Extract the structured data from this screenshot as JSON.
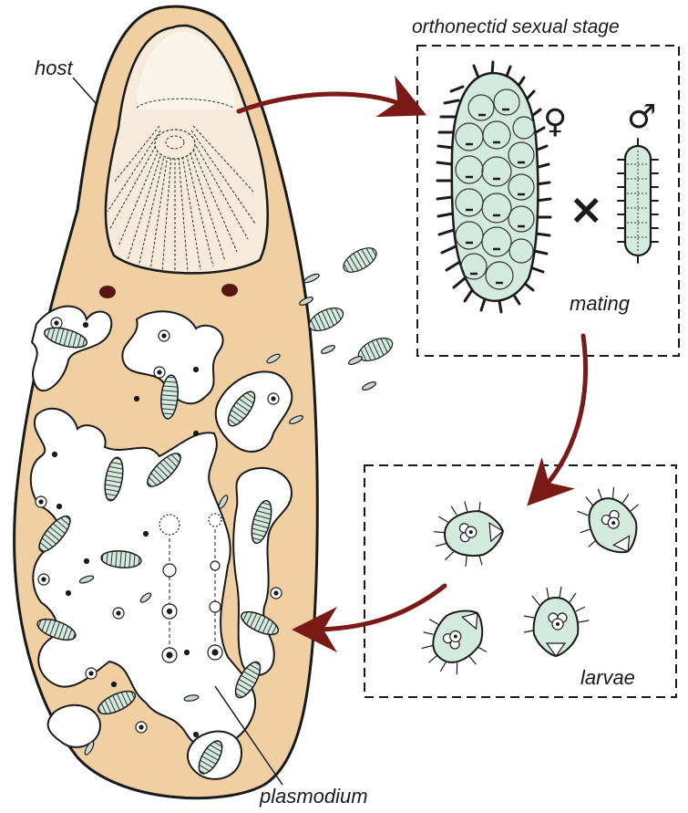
{
  "labels": {
    "host": "host",
    "sexual_stage": "orthonectid sexual stage",
    "mating": "mating",
    "larvae": "larvae",
    "plasmodium": "plasmodium"
  },
  "symbols": {
    "female": "♀",
    "male": "♂",
    "cross": "×"
  },
  "colors": {
    "host_body": "#f0cfa3",
    "host_head": "#f7ebdc",
    "cell_fill": "#d3eade",
    "arrow": "#7a1a16",
    "outline": "#1a1a1a"
  }
}
